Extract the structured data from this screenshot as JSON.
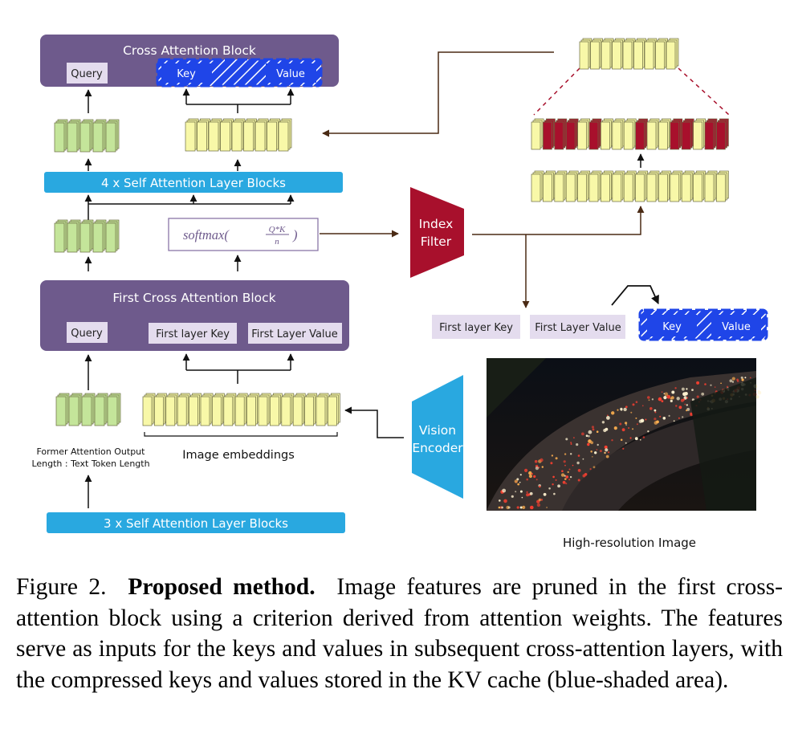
{
  "diagram": {
    "cross_attention_block": {
      "title": "Cross Attention Block",
      "query": "Query",
      "key": "Key",
      "value": "Value"
    },
    "self_attention_4": "4 x Self Attention Layer Blocks",
    "softmax": {
      "main": "softmax(",
      "num": "Q*K",
      "den": "n",
      "close": ")"
    },
    "first_cross_attention_block": {
      "title": "First Cross Attention Block",
      "query": "Query",
      "first_layer_key": "First layer Key",
      "first_layer_value": "First Layer Value"
    },
    "former_attention_output": [
      "Former Attention Output",
      "Length : Text Token Length"
    ],
    "image_embeddings": "Image embeddings",
    "self_attention_3": "3 x Self Attention Layer Blocks",
    "index_filter": [
      "Index",
      "Filter"
    ],
    "vision_encoder": [
      "Vision",
      "Encoder"
    ],
    "cache": {
      "first_layer_key": "First layer Key",
      "first_layer_value": "First Layer Value",
      "key": "Key",
      "value": "Value"
    },
    "image_label": "High-resolution Image",
    "colors": {
      "block_purple": "#6e5a8c",
      "light_purple": "#e4dcee",
      "layer_blue": "#29a8e0",
      "kv_blue": "#1f45e8",
      "token_green": "#c4e59a",
      "token_yellow": "#f8f8a8",
      "token_red": "#a8102c",
      "filter_red": "#a8102c",
      "arrow_brown": "#4a2a14"
    }
  },
  "caption": {
    "figure_label": "Figure 2.",
    "title": "Proposed method.",
    "text": "Image features are pruned in the first cross-attention block using a criterion derived from attention weights. The features serve as inputs for the keys and values in subsequent cross-attention layers, with the compressed keys and values stored in the KV cache (blue-shaded area)."
  }
}
